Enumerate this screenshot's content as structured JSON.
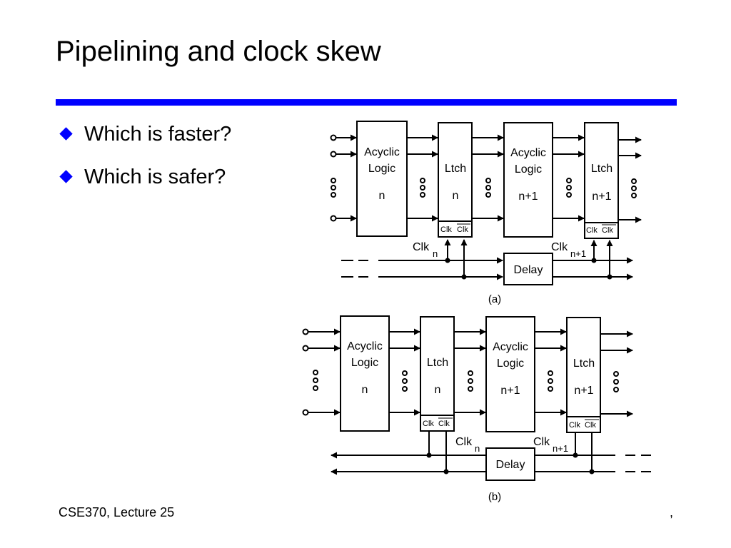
{
  "slide": {
    "title": "Pipelining and clock skew",
    "bullets": [
      {
        "label": "Which is faster?"
      },
      {
        "label": "Which is safer?"
      }
    ],
    "footer_left": "CSE370, Lecture 25",
    "footer_right": ","
  },
  "diagram": {
    "a": {
      "caption": "(a)",
      "logic1": [
        "Acyclic",
        "Logic",
        "n"
      ],
      "latch1": [
        "Ltch",
        "n"
      ],
      "logic2": [
        "Acyclic",
        "Logic",
        "n+1"
      ],
      "latch2": [
        "Ltch",
        "n+1"
      ],
      "clk_port": "Clk",
      "clkbar_port": "Clk",
      "clk_label": "Clk",
      "clk_sub_n": "n",
      "clk_sub_n1": "n+1",
      "delay": "Delay"
    },
    "b": {
      "caption": "(b)",
      "logic1": [
        "Acyclic",
        "Logic",
        "n"
      ],
      "latch1": [
        "Ltch",
        "n"
      ],
      "logic2": [
        "Acyclic",
        "Logic",
        "n+1"
      ],
      "latch2": [
        "Ltch",
        "n+1"
      ],
      "clk_port": "Clk",
      "clkbar_port": "Clk",
      "clk_label": "Clk",
      "clk_sub_n": "n",
      "clk_sub_n1": "n+1",
      "delay": "Delay"
    }
  }
}
